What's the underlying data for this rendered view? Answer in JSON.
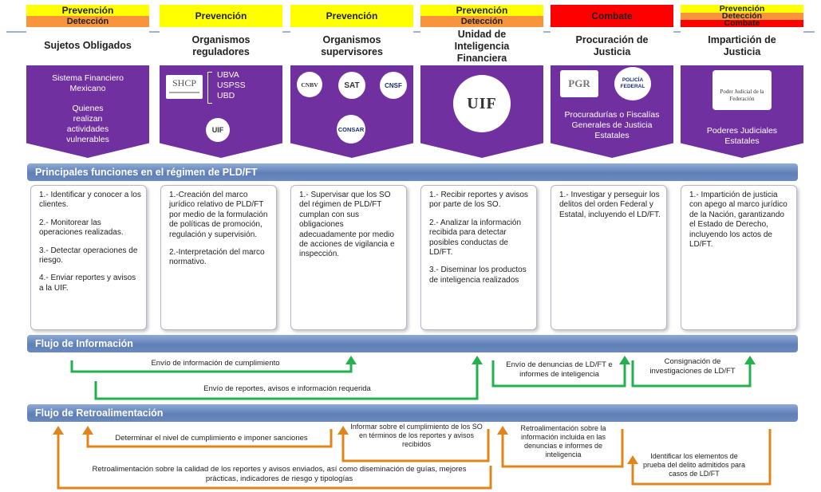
{
  "columns": [
    {
      "tags": [
        "Prevención",
        "Detección"
      ],
      "title": "Sujetos Obligados",
      "body": [
        "Sistema Financiero Mexicano",
        "Quienes realizan actividades vulnerables"
      ]
    },
    {
      "tags": [
        "Prevención"
      ],
      "title": "Organismos reguladores",
      "logo": "SHCP",
      "codes": [
        "UBVA",
        "USPSS",
        "UBD"
      ],
      "logo2": "UIF"
    },
    {
      "tags": [
        "Prevención"
      ],
      "title": "Organismos supervisores",
      "logos": [
        "CNBV",
        "SAT",
        "CNSF",
        "CONSAR"
      ]
    },
    {
      "tags": [
        "Prevención",
        "Detección"
      ],
      "title": "Unidad de Inteligencia Financiera",
      "logo": "UIF"
    },
    {
      "tags": [
        "Combate"
      ],
      "title": "Procuración de Justicia",
      "logos": [
        "PGR",
        "POLICÍA FEDERAL"
      ],
      "body": [
        "Procuradurías o Fiscalías Generales de Justicia Estatales"
      ]
    },
    {
      "tags": [
        "Prevención",
        "Detección",
        "Combate"
      ],
      "title": "Impartición de Justicia",
      "logo": "Poder Judicial de la Federación",
      "body": [
        "Poderes Judiciales Estatales"
      ]
    }
  ],
  "colors": {
    "yellow": "#ffff00",
    "orange": "#f7943c",
    "red": "#ff0000",
    "purple": "#7030a0",
    "green": "#22b14c",
    "arrow_orange": "#e0851b",
    "band": "#6b89bd"
  },
  "bands": {
    "functions": "Principales funciones en el régimen de PLD/FT",
    "info": "Flujo de Información",
    "feedback": "Flujo de Retroalimentación"
  },
  "functions": [
    [
      "1.- Identificar y conocer a los clientes.",
      "2.- Monitorear las operaciones realizadas.",
      "3.- Detectar operaciones de riesgo.",
      "4.- Enviar reportes y avisos a la UIF."
    ],
    [
      "1.-Creación del marco jurídico relativo de PLD/FT por medio de la formulación de políticas de promoción, regulación y supervisión.",
      "2.-Interpretación del marco normativo."
    ],
    [
      "1.- Supervisar que los SO del régimen de PLD/FT cumplan con sus obligaciones adecuadamente por medio de acciones de vigilancia e inspección."
    ],
    [
      "1.- Recibir reportes y avisos por parte de los SO.",
      "2.- Analizar la información recibida para detectar posibles conductas de LD/FT.",
      "3.- Diseminar los productos de inteligencia realizados"
    ],
    [
      "1.- Investigar y perseguir los delitos del orden Federal y Estatal, incluyendo el LD/FT."
    ],
    [
      "1.- Impartición de justicia con apego al marco jurídico de la Nación, garantizando el Estado de Derecho, incluyendo los actos de LD/FT."
    ]
  ],
  "info_flow": {
    "a": "Envío de información de cumplimiento",
    "b": "Envío de reportes, avisos e información requerida",
    "c": "Envío de denuncias de LD/FT e informes de inteligencia",
    "d": "Consignación de investigaciones de LD/FT"
  },
  "feedback_flow": {
    "a": "Determinar el nivel de cumplimiento e imponer sanciones",
    "b": "Informar sobre el cumplimiento de los SO en términos de los reportes y avisos recibidos",
    "c": "Retroalimentación sobre la información incluida en las denuncias e informes de inteligencia",
    "d": "Identificar los elementos de prueba del delito admitidos para casos de LD/FT",
    "e": "Retroalimentación sobre la calidad de los reportes y avisos enviados, así como diseminación de guías, mejores prácticas, indicadores de riesgo y tipologías"
  }
}
